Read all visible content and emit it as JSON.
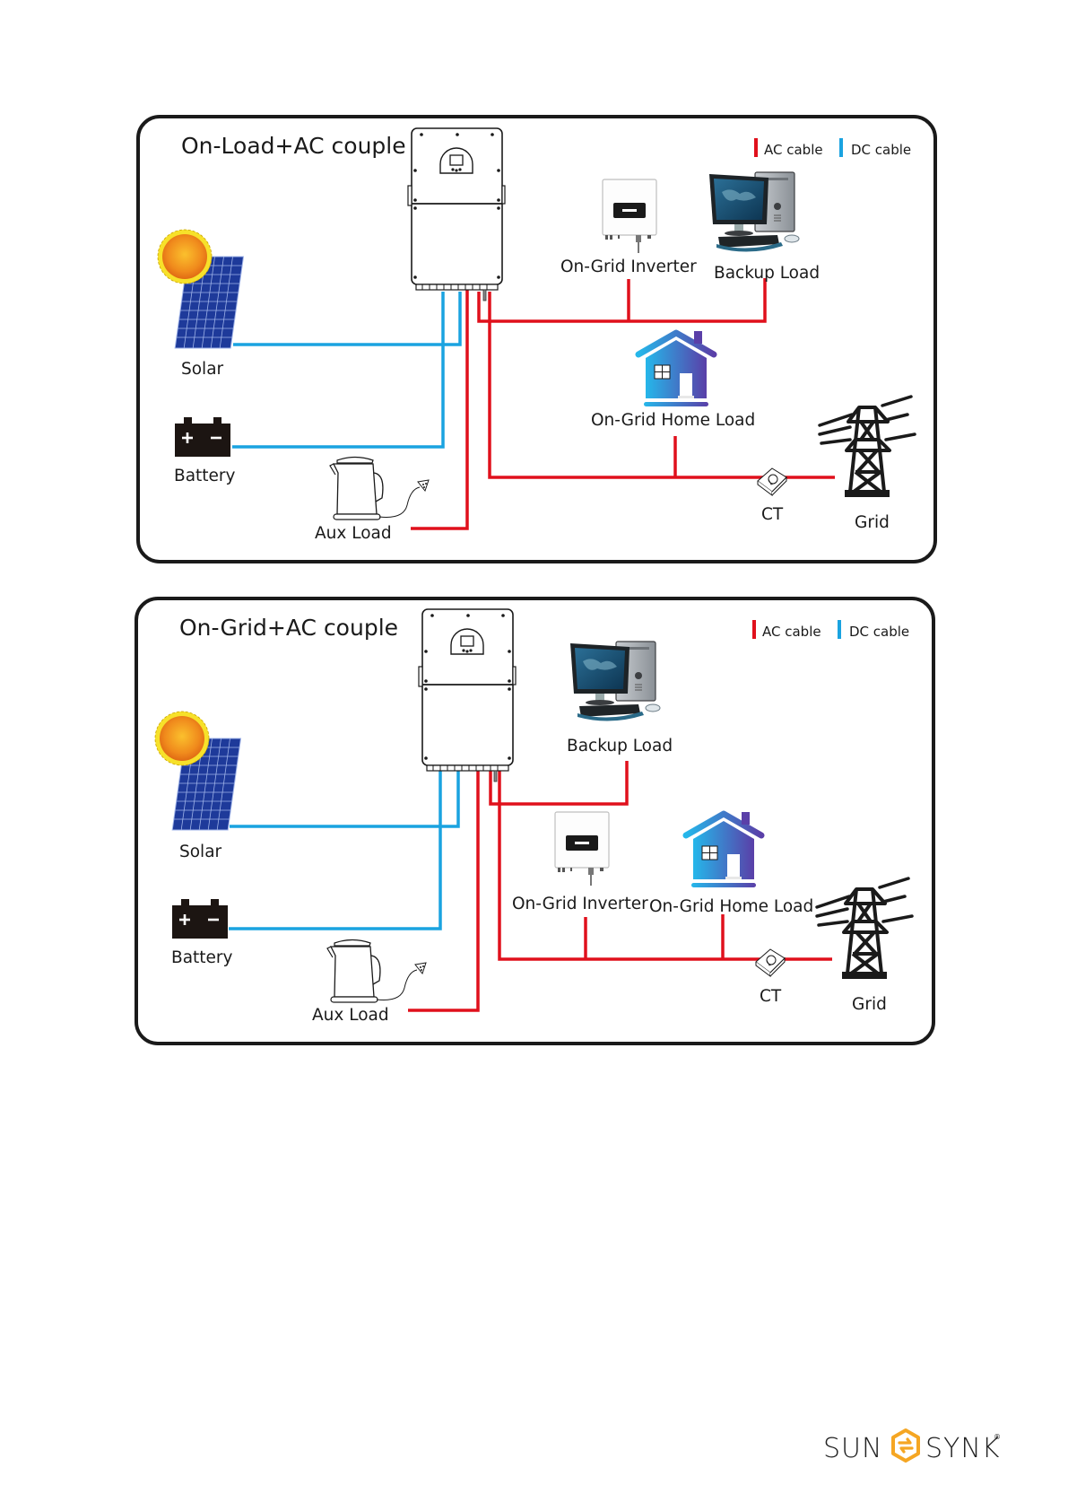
{
  "colors": {
    "ac_cable": "#e0101c",
    "dc_cable": "#1aa3e0",
    "brand_orange": "#f5a623",
    "frame": "#1a1a1a"
  },
  "diagrams": [
    {
      "title": "On-Load+AC couple",
      "legend": {
        "ac": "AC cable",
        "dc": "DC cable"
      },
      "labels": {
        "solar": "Solar",
        "battery": "Battery",
        "aux_load": "Aux Load",
        "on_grid_inverter": "On-Grid Inverter",
        "backup_load": "Backup Load",
        "home_load": "On-Grid Home Load",
        "ct": "CT",
        "grid": "Grid"
      },
      "icons": [
        "hybrid-inverter-icon",
        "solar-panel-icon",
        "battery-icon",
        "kettle-icon",
        "on-grid-inverter-icon",
        "computer-icon",
        "house-icon",
        "ct-clamp-icon",
        "pylon-icon"
      ]
    },
    {
      "title": "On-Grid+AC couple",
      "legend": {
        "ac": "AC cable",
        "dc": "DC cable"
      },
      "labels": {
        "solar": "Solar",
        "battery": "Battery",
        "aux_load": "Aux Load",
        "on_grid_inverter": "On-Grid Inverter",
        "backup_load": "Backup Load",
        "home_load": "On-Grid Home Load",
        "ct": "CT",
        "grid": "Grid"
      },
      "icons": [
        "hybrid-inverter-icon",
        "solar-panel-icon",
        "battery-icon",
        "kettle-icon",
        "on-grid-inverter-icon",
        "computer-icon",
        "house-icon",
        "ct-clamp-icon",
        "pylon-icon"
      ]
    }
  ],
  "footer": {
    "logo_left": "SUN",
    "logo_right": "SYNK",
    "logo_mark": "®"
  }
}
